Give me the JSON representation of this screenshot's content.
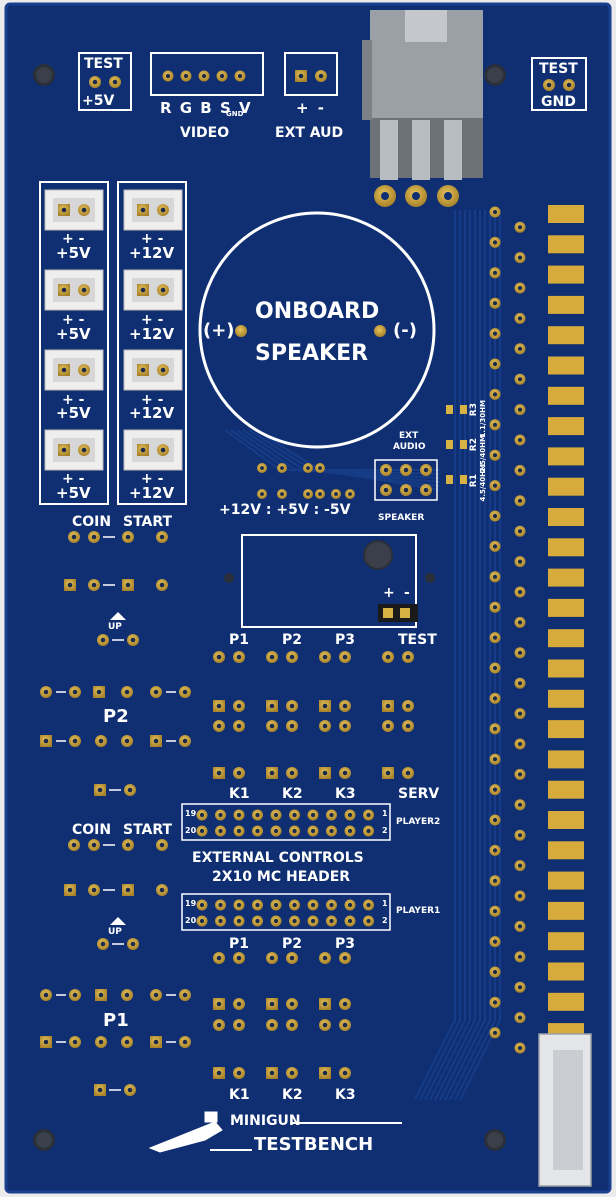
{
  "board": {
    "colors": {
      "pcb": "#0f2f72",
      "silkscreen": "#ffffff",
      "copper": "#c8a23c",
      "edge": "#1a3f8f"
    },
    "top_headers": {
      "test_5v": {
        "title": "TEST",
        "value": "+5V"
      },
      "video": {
        "pins": "R G B S V",
        "vgnd": "GND",
        "label": "VIDEO"
      },
      "ext_audio": {
        "pins": "+ -",
        "label": "EXT AUD"
      },
      "test_gnd": {
        "title": "TEST",
        "value": "GND"
      }
    },
    "power_outputs": {
      "pin_marks": "+ -",
      "left_labels": [
        "+5V",
        "+5V",
        "+5V",
        "+5V"
      ],
      "right_labels": [
        "+12V",
        "+12V",
        "+12V",
        "+12V"
      ]
    },
    "speaker": {
      "line1": "ONBOARD",
      "line2": "SPEAKER",
      "plus": "(+)",
      "minus": "(-)"
    },
    "resistors": {
      "r1": "R1",
      "r1_value": "4.5/40HM",
      "r2": "R2",
      "r2_value": "2.5/40HM",
      "r3": "R3",
      "r3_value": "1.1/30HM"
    },
    "audio_jumper": {
      "top": "EXT",
      "top2": "AUDIO",
      "bottom": "SPEAKER"
    },
    "supply_label": "+12V : +5V : -5V",
    "regulator_jumper": {
      "plus": "+",
      "minus": "-"
    },
    "player2": {
      "coin": "COIN",
      "start": "START",
      "up": "UP",
      "label": "P2",
      "buttons_top": [
        "P1",
        "P2",
        "P3",
        "TEST"
      ],
      "buttons_bottom": [
        "K1",
        "K2",
        "K3",
        "SERV"
      ]
    },
    "external_controls": {
      "line1": "EXTERNAL CONTROLS",
      "line2": "2X10 MC HEADER",
      "header_p2": {
        "label": "PLAYER2",
        "pin_tl": "19",
        "pin_bl": "20",
        "pin_tr": "1",
        "pin_br": "2"
      },
      "header_p1": {
        "label": "PLAYER1",
        "pin_tl": "19",
        "pin_bl": "20",
        "pin_tr": "1",
        "pin_br": "2"
      }
    },
    "player1": {
      "coin": "COIN",
      "start": "START",
      "up": "UP",
      "label": "P1",
      "buttons_top": [
        "P1",
        "P2",
        "P3"
      ],
      "buttons_bottom": [
        "K1",
        "K2",
        "K3"
      ]
    },
    "logo": {
      "line1": "MINIGUN",
      "line2": "TESTBENCH"
    }
  }
}
